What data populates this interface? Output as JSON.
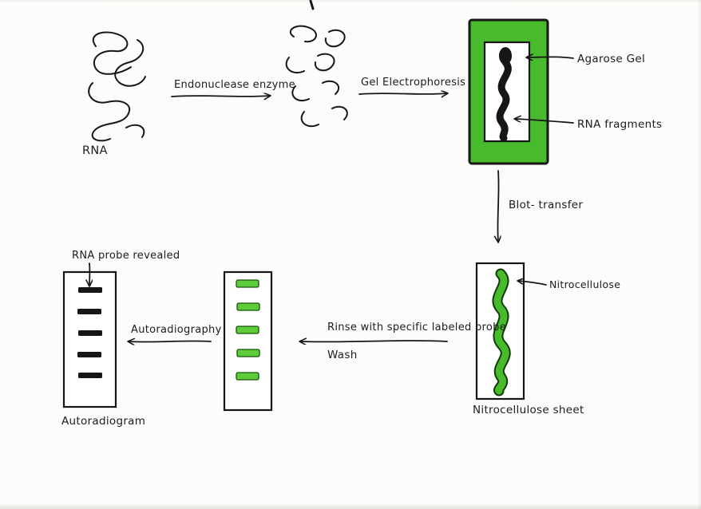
{
  "labels": {
    "rna": "RNA",
    "endonuclease_enzyme": "Endonuclease  enzyme",
    "gel_electrophoresis": "Gel  Electrophoresis",
    "agarose_gel": "Agarose Gel",
    "rna_fragments": "RNA  fragments",
    "blot_transfer": "Blot- transfer",
    "nitrocellulose": "Nitrocellulose",
    "nitrocellulose_sheet": "Nitrocellulose  sheet",
    "rinse_with_probe": "Rinse  with  specific  labeled  probe",
    "wash": "Wash",
    "autoradiography": "Autoradiography",
    "rna_probe_revealed": "RNA probe  revealed",
    "autoradiogram": "Autoradiogram"
  },
  "colors": {
    "gel_green": "#47bb2b",
    "band_green": "#5ecc38",
    "band_outline": "#14520a",
    "ink": "#161616",
    "paper": "#fcfcfa",
    "lane_white": "#ffffff"
  }
}
